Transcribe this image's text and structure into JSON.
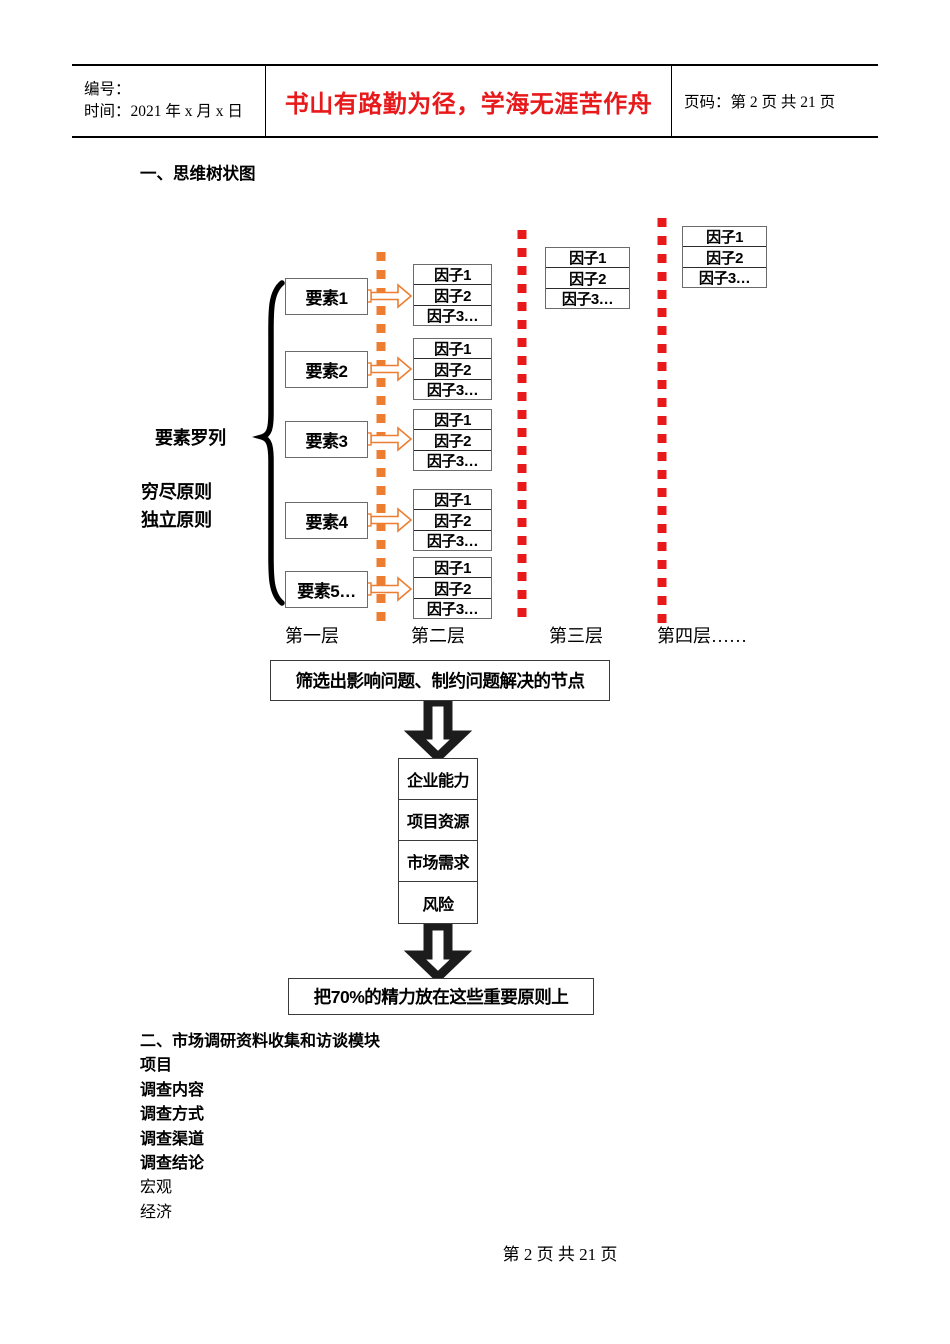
{
  "header": {
    "left_line1": "编号：",
    "left_line2": "时间：2021 年 x 月 x 日",
    "slogan": "书山有路勤为径，学海无涯苦作舟",
    "right": "页码：第 2 页  共 21 页"
  },
  "section1": {
    "title": "一、思维树状图"
  },
  "diagram": {
    "side_labels": {
      "main": "要素罗列",
      "sub1": "穷尽原则",
      "sub2": "独立原则"
    },
    "elements": [
      "要素1",
      "要素2",
      "要素3",
      "要素4",
      "要素5…"
    ],
    "factor_rows": [
      "因子1",
      "因子2",
      "因子3…"
    ],
    "layer_captions": [
      "第一层",
      "第二层",
      "第三层",
      "第四层……"
    ],
    "colors": {
      "layer12_dots": "#ED7D31",
      "layer34_dots": "#E8191B",
      "arrow": "#ED7D31",
      "box_border": "#6B6B6B"
    }
  },
  "flow": {
    "top_box": "筛选出影响问题、制约问题解决的节点",
    "criteria": [
      "企业能力",
      "项目资源",
      "市场需求",
      "风险"
    ],
    "bottom_box": "把70%的精力放在这些重要原则上"
  },
  "section2": {
    "title": "二、市场调研资料收集和访谈模块",
    "bold_items": [
      "项目",
      "调查内容",
      "调查方式",
      "调查渠道",
      "调查结论"
    ],
    "normal_items": [
      "宏观",
      "经济"
    ]
  },
  "footer": {
    "text": "第 2 页 共 21 页"
  }
}
